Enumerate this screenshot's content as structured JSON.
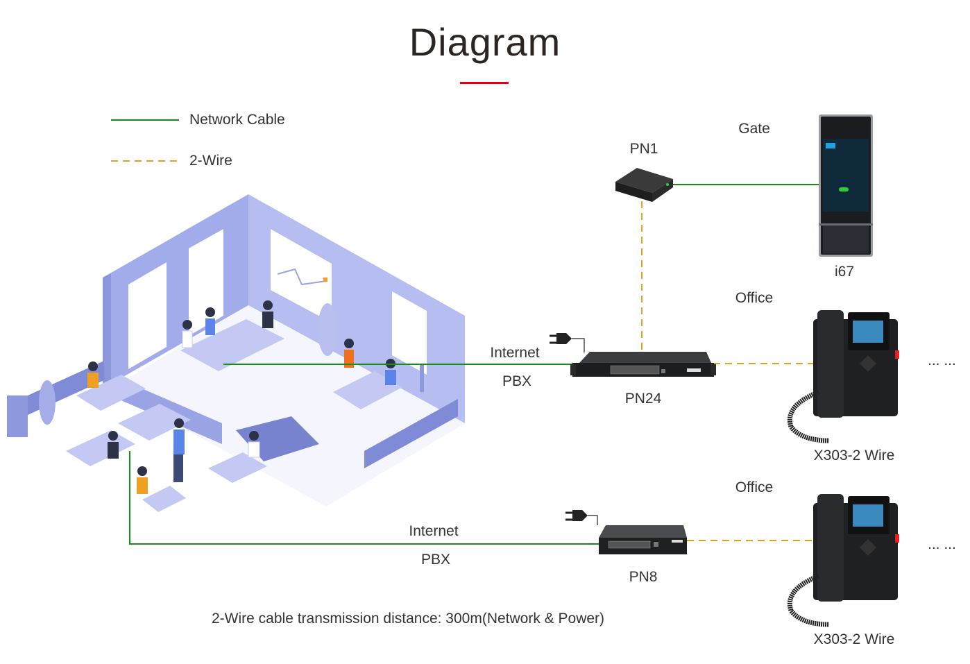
{
  "header": {
    "title": "Diagram"
  },
  "legend": {
    "items": [
      {
        "label": "Network Cable",
        "style": "solid",
        "color": "#1a8a1a"
      },
      {
        "label": "2-Wire",
        "style": "dashed",
        "color": "#e0a020"
      }
    ]
  },
  "colors": {
    "accent": "#e60012",
    "network_cable": "#1a8a1a",
    "two_wire": "#e0a020",
    "office_illustration": "#8e9ad8"
  },
  "devices": {
    "pn1": {
      "name": "PN1",
      "location": "Gate"
    },
    "i67": {
      "name": "i67",
      "location": "Gate"
    },
    "pn24": {
      "name": "PN24",
      "uplink_top": "Internet",
      "uplink_bottom": "PBX"
    },
    "phone1": {
      "name": "X303-2 Wire",
      "location": "Office",
      "more": "... ..."
    },
    "pn8": {
      "name": "PN8",
      "uplink_top": "Internet",
      "uplink_bottom": "PBX"
    },
    "phone2": {
      "name": "X303-2 Wire",
      "location": "Office",
      "more": "... ..."
    }
  },
  "footer": {
    "note": "2-Wire cable transmission distance: 300m(Network & Power)"
  }
}
